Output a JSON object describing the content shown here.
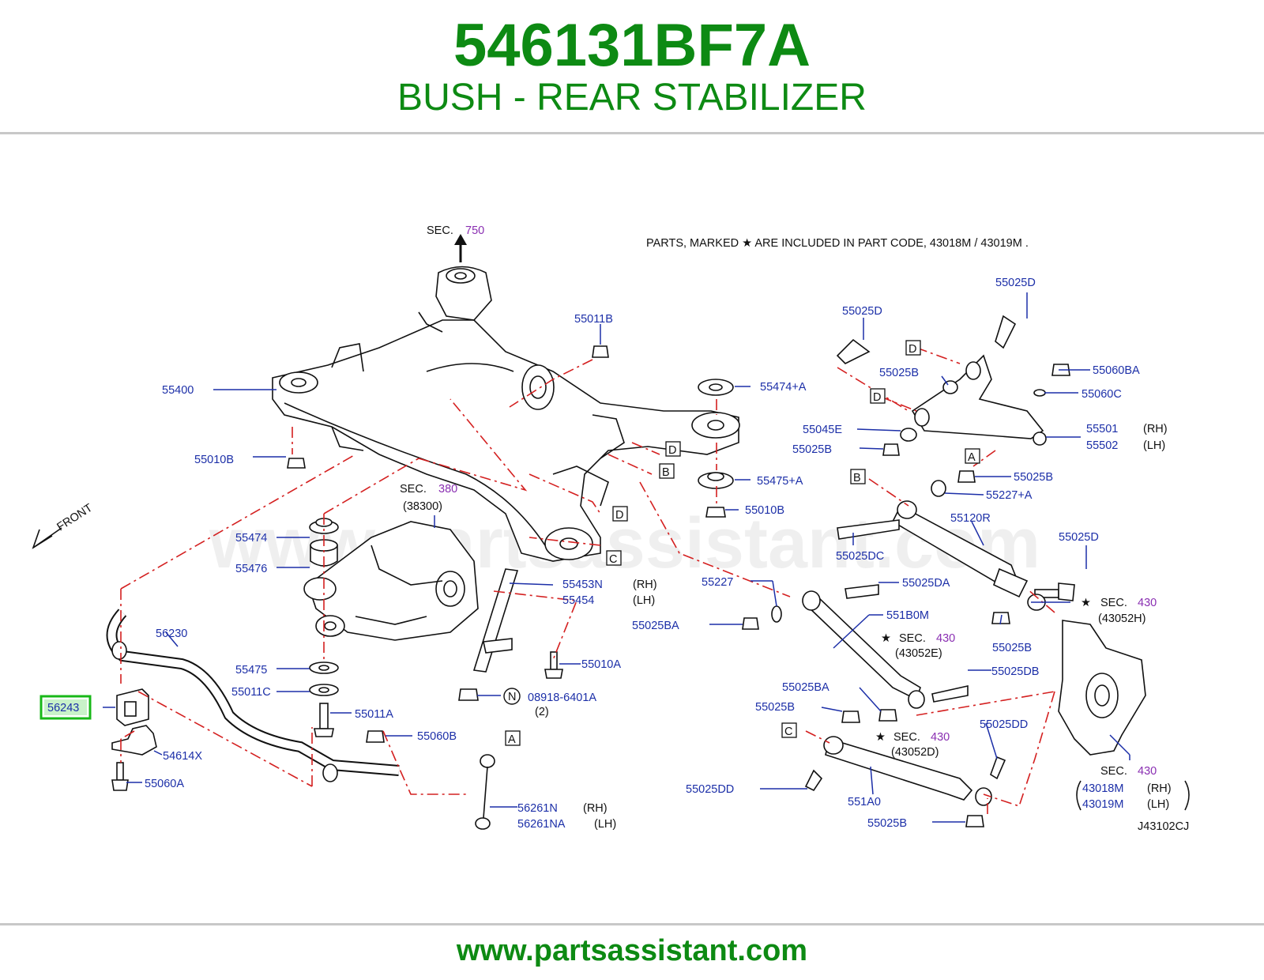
{
  "header": {
    "part_number": "546131BF7A",
    "part_name": "BUSH - REAR STABILIZER"
  },
  "footer": {
    "url": "www.partsassistant.com"
  },
  "diagram": {
    "watermark": "www.partsassistant.com",
    "note": "PARTS,  MARKED  ★ ARE  INCLUDED  IN  PART  CODE,  43018M  /  43019M  .",
    "front_label": "FRONT",
    "figure_code": "J43102CJ",
    "highlighted_part": "56243",
    "colors": {
      "label": "#1c2fa8",
      "section": "#8a2fb2",
      "highlight": "#18b818",
      "title": "#0d8a13",
      "leader": "#d42020"
    },
    "labels": {
      "p55400": "55400",
      "p55010B_1": "55010B",
      "p55011B": "55011B",
      "p55474A": "55474+A",
      "p55475A": "55475+A",
      "p55010B_2": "55010B",
      "p55474": "55474",
      "p55476": "55476",
      "p55475": "55475",
      "p55011C": "55011C",
      "p55011A": "55011A",
      "p55060B": "55060B",
      "p56230": "56230",
      "p54614X": "54614X",
      "p55060A": "55060A",
      "p55453N": "55453N",
      "p55454": "55454",
      "p55010A": "55010A",
      "p08918": "08918-6401A",
      "p08918_qty": "(2)",
      "p56261N": "56261N",
      "p56261NA": "56261NA",
      "p55025D_1": "55025D",
      "p55025D_2": "55025D",
      "p55025B_1": "55025B",
      "p55060BA": "55060BA",
      "p55060C": "55060C",
      "p55045E": "55045E",
      "p55025B_2": "55025B",
      "p55501": "55501",
      "p55502": "55502",
      "p55025B_3": "55025B",
      "p55227A": "55227+A",
      "p55120R": "55120R",
      "p55025DC": "55025DC",
      "p55025D_3": "55025D",
      "p55227": "55227",
      "p55025DA": "55025DA",
      "p55025BA_1": "55025BA",
      "p551B0M": "551B0M",
      "p55025B_4": "55025B",
      "p55025DB": "55025DB",
      "p55025BA_2": "55025BA",
      "p55025B_5": "55025B",
      "p55025DD_1": "55025DD",
      "p55025DD_2": "55025DD",
      "p551A0": "551A0",
      "p55025B_6": "55025B",
      "p43018M": "43018M",
      "p43019M": "43019M"
    },
    "sides": {
      "rh": "(RH)",
      "lh": "(LH)"
    },
    "sections": {
      "sec_word": "SEC.",
      "s750": "750",
      "s380": "380",
      "s380_code": "(38300)",
      "s430": "430",
      "s430_h": "(43052H)",
      "s430_e": "(43052E)",
      "s430_d": "(43052D)"
    },
    "callouts": {
      "A": "A",
      "B": "B",
      "C": "C",
      "D": "D",
      "N": "N"
    },
    "star": "★"
  }
}
